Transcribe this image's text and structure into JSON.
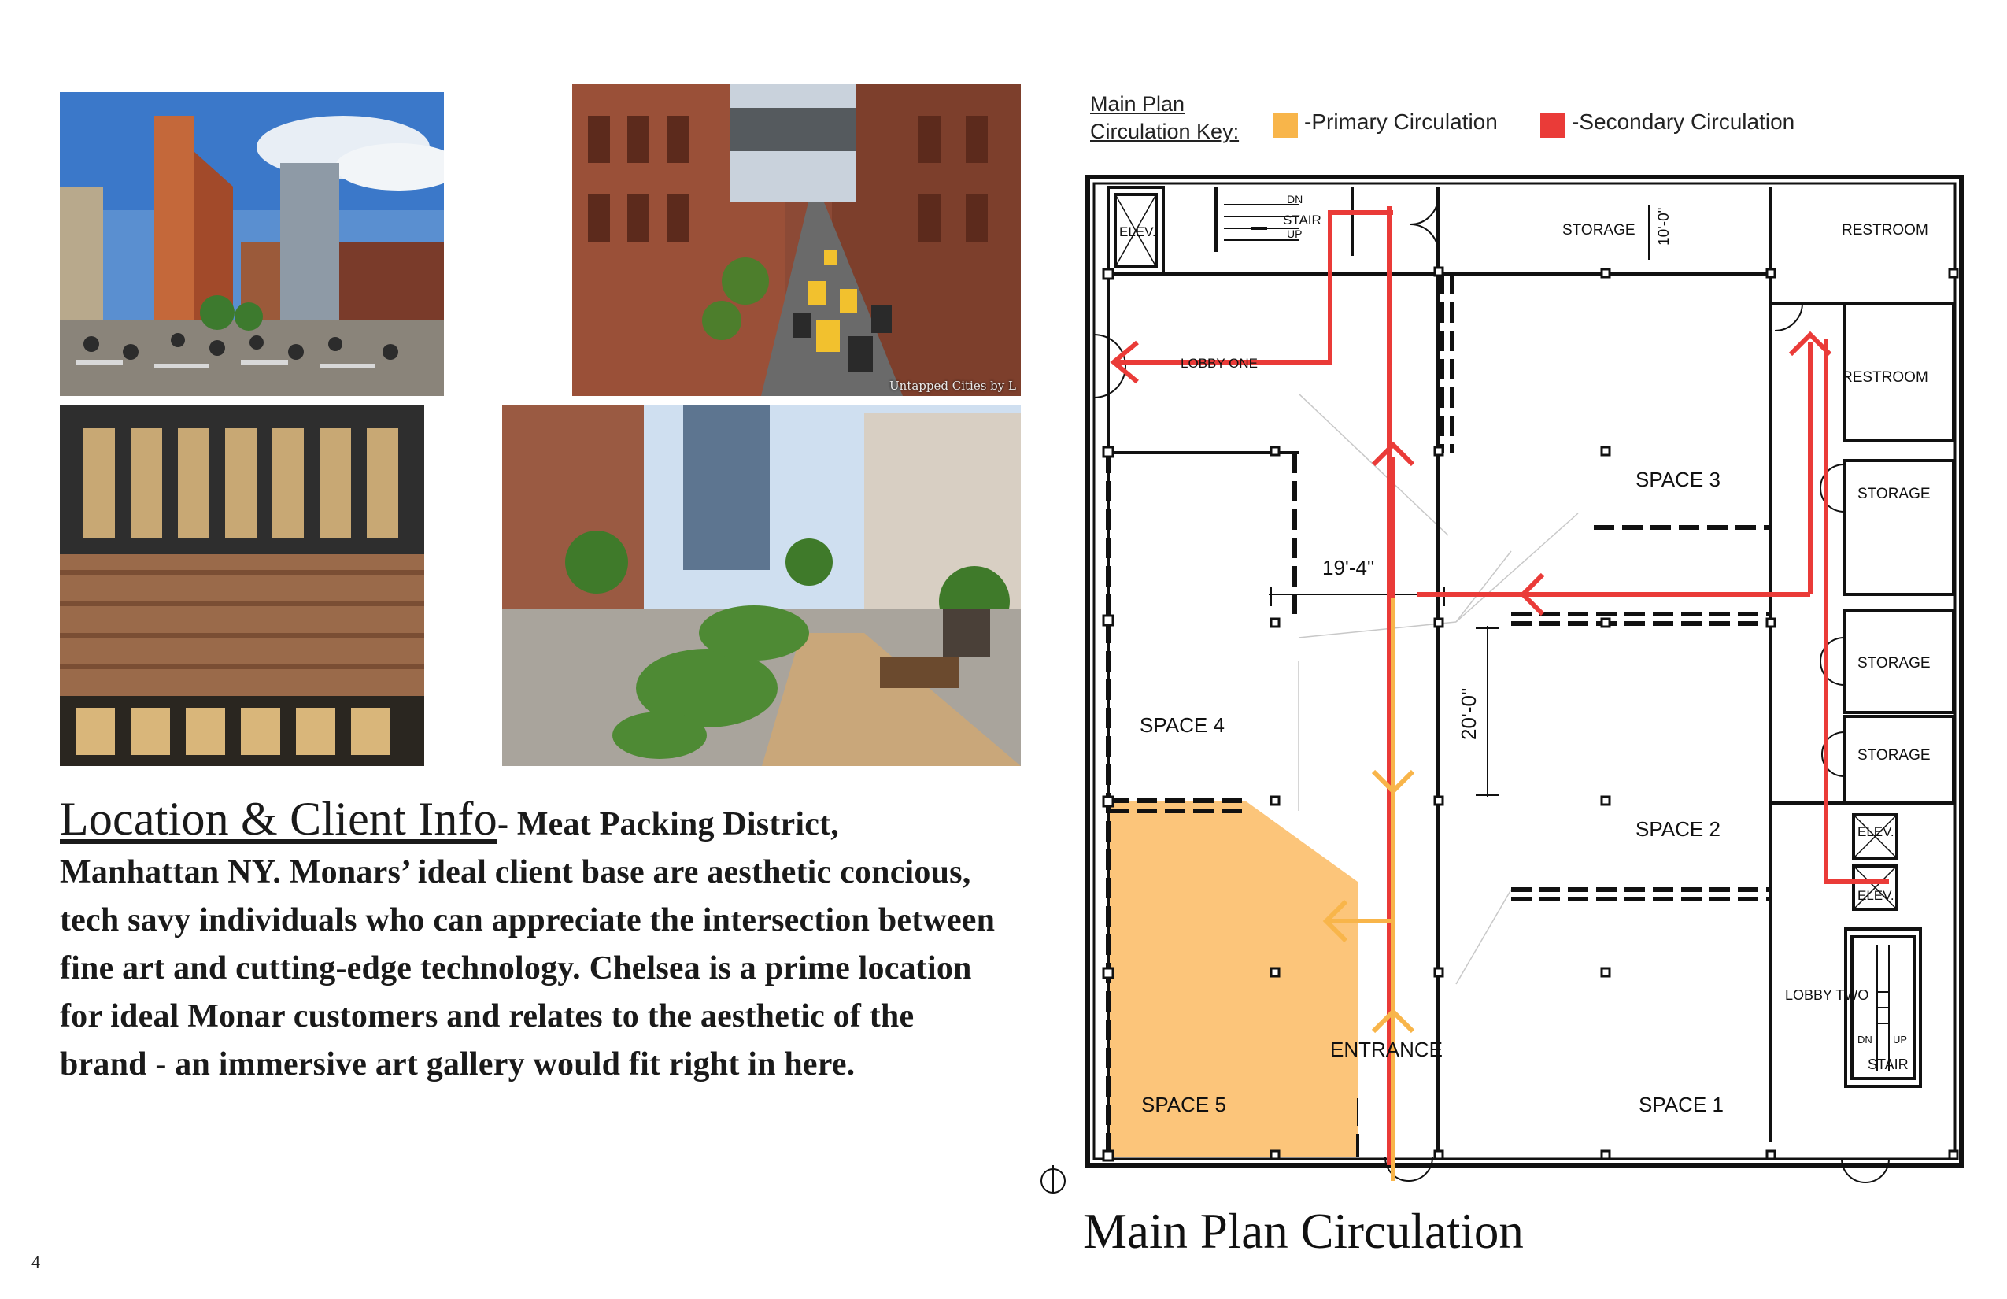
{
  "page": {
    "number": "4"
  },
  "photos": [
    {
      "id": "plaza",
      "credit": ""
    },
    {
      "id": "high-line-street",
      "credit": "Untapped Cities by L"
    },
    {
      "id": "glass-building",
      "credit": ""
    },
    {
      "id": "cobblestone-street",
      "credit": ""
    }
  ],
  "info": {
    "heading": "Location & Client Info",
    "body": "- Meat Packing District, Manhattan NY.  Monars’ ideal client base are aesthetic concious, tech savy individuals who can appreciate the intersection between fine art and cutting-edge technology. Chelsea is a prime location for ideal Monar customers and relates to the aesthetic of the brand - an immersive art gallery would fit right in here."
  },
  "key": {
    "title_line1": "Main Plan",
    "title_line2": "Circulation Key:",
    "primary_label": "-Primary Circulation",
    "secondary_label": "-Secondary Circulation",
    "primary_color": "#f8b54a",
    "secondary_color": "#ea3b38"
  },
  "plan": {
    "rooms": {
      "elev_top": "ELEV.",
      "stair_top": "STAIR",
      "stair_dn": "DN",
      "stair_up": "UP",
      "storage_top": "STORAGE",
      "dim_storage": "10'-0\"",
      "restroom_1": "RESTROOM",
      "restroom_2": "RESTROOM",
      "lobby_one": "LOBBY ONE",
      "space_3": "SPACE   3",
      "storage_1": "STORAGE",
      "storage_2": "STORAGE",
      "storage_3": "STORAGE",
      "dim_width": "19'-4\"",
      "dim_height": "20'-0\"",
      "space_4": "SPACE   4",
      "space_2": "SPACE   2",
      "elev_r1": "ELEV.",
      "elev_r2": "ELEV.",
      "lobby_two": "LOBBY TWO",
      "stair_r": "STAIR",
      "stair_r_dn": "DN",
      "stair_r_up": "UP",
      "entrance": "ENTRANCE",
      "space_5": "SPACE   5",
      "space_1": "SPACE   1"
    }
  },
  "title": "Main Plan Circulation"
}
